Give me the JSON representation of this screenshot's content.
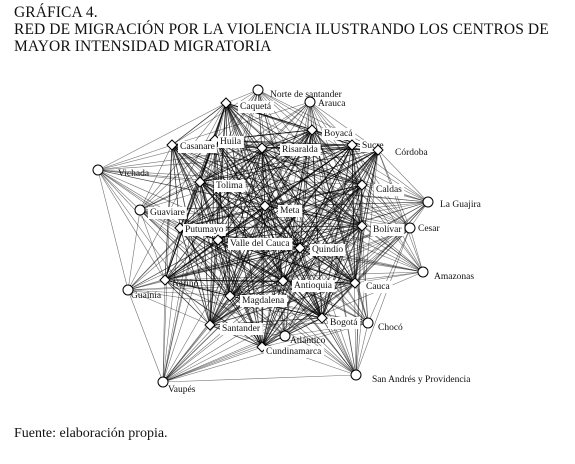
{
  "figure": {
    "title_line1": "GRÁFICA 4.",
    "title_line2": "RED DE MIGRACIÓN POR LA VIOLENCIA ILUSTRANDO LOS CENTROS DE",
    "title_line3": "MAYOR INTENSIDAD MIGRATORIA",
    "source": "Fuente: elaboración propia."
  },
  "nodes": [
    {
      "id": "norte-de-santander",
      "label": "Norte de santander"
    },
    {
      "id": "caqueta",
      "label": "Caquetá"
    },
    {
      "id": "arauca",
      "label": "Arauca"
    },
    {
      "id": "boyaca",
      "label": "Boyacá"
    },
    {
      "id": "huila",
      "label": "Huila"
    },
    {
      "id": "casanare",
      "label": "Casanare"
    },
    {
      "id": "risaralda",
      "label": "Risaralda"
    },
    {
      "id": "sucre",
      "label": "Sucre"
    },
    {
      "id": "cordoba",
      "label": "Córdoba"
    },
    {
      "id": "vichada",
      "label": "Vichada"
    },
    {
      "id": "tolima",
      "label": "Tolima"
    },
    {
      "id": "caldas",
      "label": "Caldas"
    },
    {
      "id": "la-guajira",
      "label": "La Guajira"
    },
    {
      "id": "guaviare",
      "label": "Guaviare"
    },
    {
      "id": "meta",
      "label": "Meta"
    },
    {
      "id": "putumayo",
      "label": "Putumayo"
    },
    {
      "id": "bolivar",
      "label": "Bolívar"
    },
    {
      "id": "cesar",
      "label": "Cesar"
    },
    {
      "id": "valle-del-cauca",
      "label": "Valle del Cauca"
    },
    {
      "id": "quindio",
      "label": "Quindío"
    },
    {
      "id": "amazonas",
      "label": "Amazonas"
    },
    {
      "id": "narino",
      "label": "Nariño"
    },
    {
      "id": "guainia",
      "label": "Guainía"
    },
    {
      "id": "antioquia",
      "label": "Antioquia"
    },
    {
      "id": "cauca",
      "label": "Cauca"
    },
    {
      "id": "magdalena",
      "label": "Magdalena"
    },
    {
      "id": "bogota",
      "label": "Bogotá"
    },
    {
      "id": "choco",
      "label": "Chocó"
    },
    {
      "id": "santander",
      "label": "Santander"
    },
    {
      "id": "atlantico",
      "label": "Atlántico"
    },
    {
      "id": "cundinamarca",
      "label": "Cundinamarca"
    },
    {
      "id": "san-andres",
      "label": "San Andrés y Providencia"
    },
    {
      "id": "vaupes",
      "label": "Vaupés"
    }
  ],
  "hubs": [
    "meta",
    "valle-del-cauca",
    "antioquia",
    "bogota",
    "risaralda",
    "tolima",
    "huila",
    "caldas",
    "bolivar",
    "quindio",
    "cundinamarca",
    "magdalena",
    "putumayo",
    "santander",
    "narino",
    "cauca",
    "sucre",
    "boyaca",
    "caqueta",
    "casanare",
    "cordoba"
  ]
}
